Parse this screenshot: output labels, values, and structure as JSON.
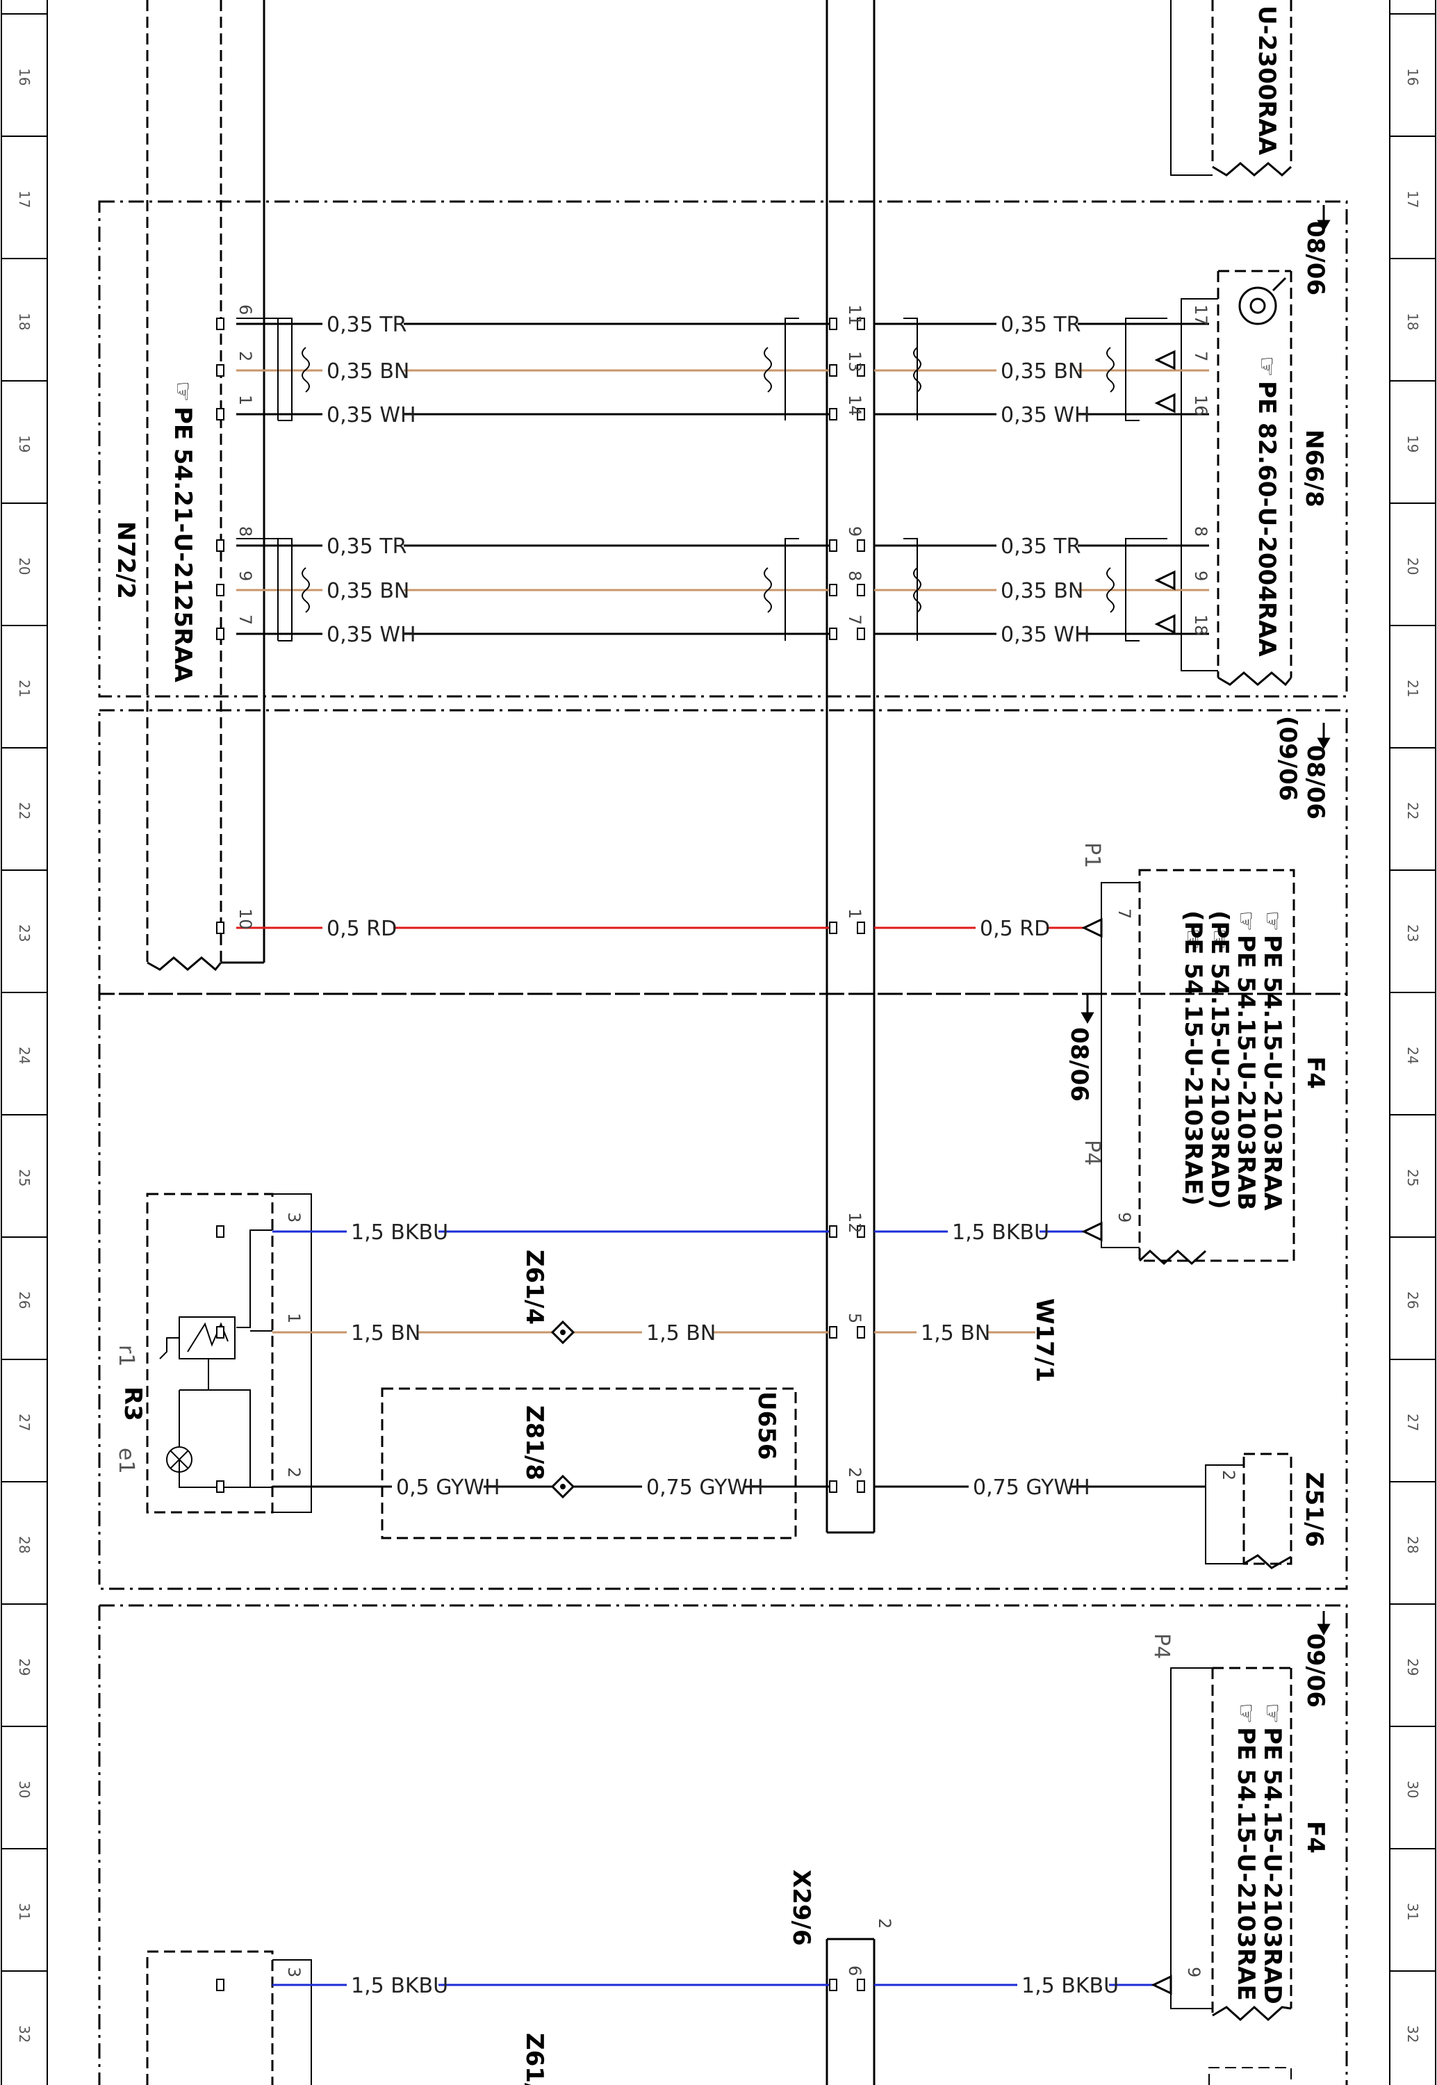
{
  "ruler": {
    "ticks": [
      "16",
      "17",
      "18",
      "19",
      "20",
      "21",
      "22",
      "23",
      "24",
      "25",
      "26",
      "27",
      "28",
      "29",
      "30",
      "31",
      "32"
    ]
  },
  "wire_colors": {
    "TR": "#000000",
    "BN": "#c8966a",
    "WH": "#000000",
    "RD": "#e01a1a",
    "BKBU": "#1c2cd6",
    "GYWH": "#000000"
  },
  "components": {
    "u2300": "U-2300RAA",
    "n668_name": "N66/8",
    "n668_pe": "PE 82.60-U-2004RAA",
    "n722_name": "N72/2",
    "n722_pe": "PE 54.21-U-2125RAA",
    "f4_name": "F4",
    "f4_pe": [
      "PE 54.15-U-2103RAA",
      "PE 54.15-U-2103RAB",
      "(PE 54.15-U-2103RAD)",
      "(PE 54.15-U-2103RAE)"
    ],
    "f4b_name": "F4",
    "f4b_pe": [
      "PE 54.15-U-2103RAD",
      "PE 54.15-U-2103RAE"
    ],
    "w171": "W17/1",
    "z614": "Z61/4",
    "z818": "Z81/8",
    "u656": "U656",
    "z516": "Z51/6",
    "r3": "R3",
    "r1": "r1",
    "e1": "e1",
    "x296": "X29/6",
    "z61b": "Z61/",
    "p1": "P1",
    "p4a": "P4",
    "p4b": "P4"
  },
  "dates": {
    "d1": "08/06",
    "d2": "08/06",
    "d2b": "(09/06",
    "d3": "08/06",
    "d4": "09/06"
  },
  "pins": {
    "n722": [
      "6",
      "2",
      "1",
      "8",
      "9",
      "7",
      "10"
    ],
    "conn": [
      "11",
      "13",
      "14",
      "9",
      "8",
      "7",
      "1",
      "12",
      "5",
      "2",
      "6"
    ],
    "n668": [
      "17",
      "7",
      "16",
      "8",
      "9",
      "18"
    ],
    "f4": [
      "7",
      "9"
    ],
    "r3": [
      "3",
      "1",
      "2"
    ],
    "z516": "2",
    "x296_top": "2",
    "f4b": "9",
    "r3b": "3"
  },
  "wires": {
    "g1_tr": "0,35 TR",
    "g1_bn": "0,35 BN",
    "g1_wh": "0,35 WH",
    "g2_tr": "0,35 TR",
    "g2_bn": "0,35 BN",
    "g2_wh": "0,35 WH",
    "r1_tr": "0,35 TR",
    "r1_bn": "0,35 BN",
    "r1_wh": "0,35 WH",
    "r2_tr": "0,35 TR",
    "r2_bn": "0,35 BN",
    "r2_wh": "0,35 WH",
    "rd_l": "0,5 RD",
    "rd_r": "0,5 RD",
    "bkbu_l": "1,5 BKBU",
    "bkbu_r": "1,5 BKBU",
    "bn_l": "1,5 BN",
    "bn_m": "1,5 BN",
    "bn_r": "1,5 BN",
    "gy_l": "0,5 GYWH",
    "gy_m": "0,75 GYWH",
    "gy_r": "0,75 GYWH",
    "bkbu2_l": "1,5 BKBU",
    "bkbu2_r": "1,5 BKBU"
  }
}
